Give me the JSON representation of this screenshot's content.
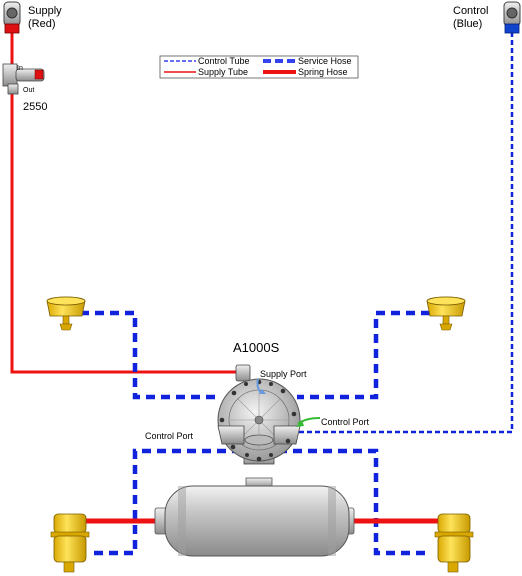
{
  "labels": {
    "supply_gladhand_line1": "Supply",
    "supply_gladhand_line2": "(Red)",
    "control_gladhand_line1": "Control",
    "control_gladhand_line2": "(Blue)",
    "valve_2550": "2550",
    "valve_2550_in": "In",
    "valve_2550_out": "Out",
    "relay_valve": "A1000S",
    "supply_port": "Supply Port",
    "control_port_right": "Control Port",
    "control_port_left": "Control Port"
  },
  "legend": {
    "control_tube": "Control Tube",
    "service_hose": "Service Hose",
    "supply_tube": "Supply Tube",
    "spring_hose": "Spring Hose"
  },
  "colors": {
    "supply_line": "#ee1111",
    "control_line": "#1122dd",
    "brake_chamber": "#f2cc0c",
    "tank": "#c8c8c8",
    "valve_body": "#d0d0d0"
  },
  "icons": {
    "gladhand": "gladhand-coupler-icon",
    "brake_chamber": "brake-chamber-icon",
    "relay_valve": "relay-valve-icon",
    "tank": "air-tank-icon"
  }
}
